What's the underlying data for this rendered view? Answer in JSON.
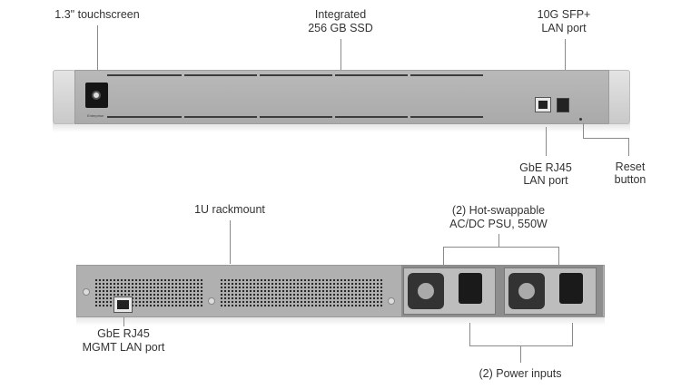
{
  "front": {
    "touchscreen_label": "1.3\" touchscreen",
    "ssd_label_line1": "Integrated",
    "ssd_label_line2": "256 GB SSD",
    "sfp_label_line1": "10G SFP+",
    "sfp_label_line2": "LAN port",
    "rj45_label_line1": "GbE RJ45",
    "rj45_label_line2": "LAN port",
    "reset_label_line1": "Reset",
    "reset_label_line2": "button",
    "screen_caption": "Enterprise"
  },
  "rear": {
    "rackmount_label": "1U rackmount",
    "psu_label_line1": "(2) Hot-swappable",
    "psu_label_line2": "AC/DC PSU, 550W",
    "mgmt_label_line1": "GbE RJ45",
    "mgmt_label_line2": "MGMT LAN port",
    "power_inputs_label": "(2) Power inputs"
  }
}
